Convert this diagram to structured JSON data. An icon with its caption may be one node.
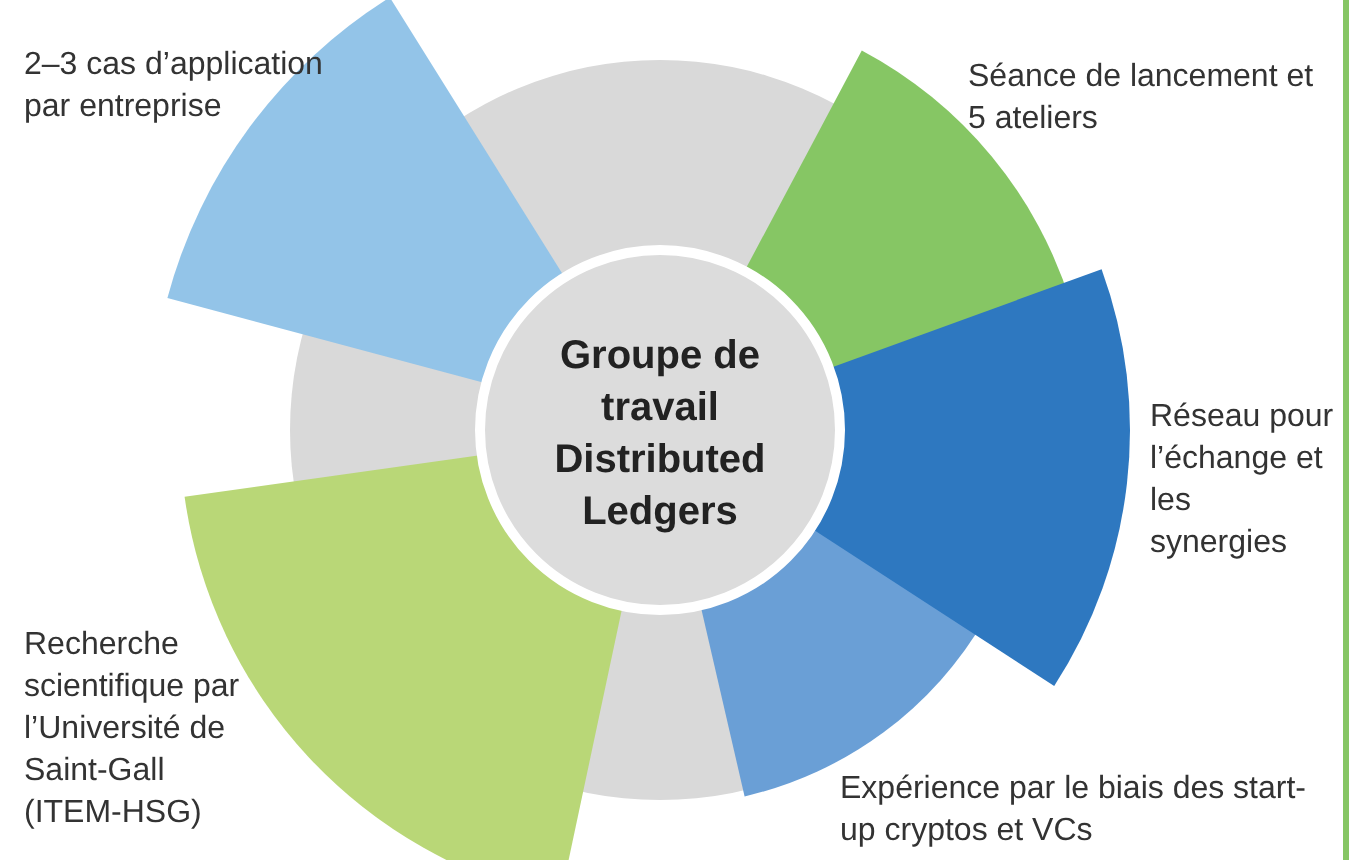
{
  "diagram": {
    "nodes": [
      {
        "text": [
          "Groupe de travail Distributed Ledgers"
        ]
      },
      {
        "text": [
          "2–3 cas d’application par entreprise"
        ]
      },
      {
        "text": [
          "Séance de lancement et 5 ateliers"
        ]
      },
      {
        "text": [
          "Réseau pour l’échange et les synergies"
        ]
      },
      {
        "text": [
          "Expérience par le biais des start-up cryptos et VCs"
        ]
      },
      {
        "text": [
          "Recherche scientifique par l’Université de Saint-Gall (ITEM-HSG)"
        ]
      }
    ]
  }
}
